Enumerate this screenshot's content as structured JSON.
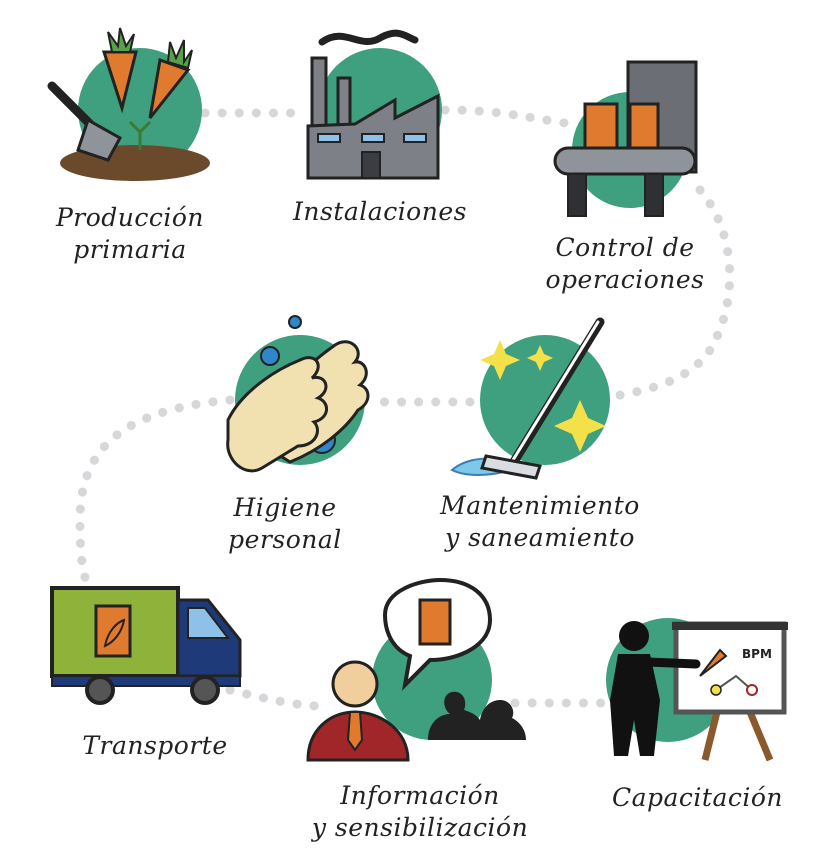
{
  "colors": {
    "circle": "#3fa07f",
    "dots": "#d5d7da",
    "orange": "#e07a2e",
    "dark": "#222222",
    "truck_body": "#8fb23a",
    "truck_cab": "#1e3a78",
    "factory": "#7d8087",
    "glove": "#f1e0b0",
    "suit_red": "#a0262a",
    "skin": "#f1cf9c",
    "spark": "#f4e14a",
    "water": "#7ec8ea"
  },
  "steps": [
    {
      "id": "produccion",
      "icon": "carrots-shovel-icon",
      "label_lines": [
        "Producción",
        "primaria"
      ]
    },
    {
      "id": "instalaciones",
      "icon": "factory-icon",
      "label_lines": [
        "Instalaciones"
      ]
    },
    {
      "id": "control",
      "icon": "conveyor-machine-icon",
      "label_lines": [
        "Control de",
        "operaciones"
      ]
    },
    {
      "id": "mantenimiento",
      "icon": "mop-sparkle-icon",
      "label_lines": [
        "Mantenimiento",
        "y saneamiento"
      ]
    },
    {
      "id": "higiene",
      "icon": "washing-hands-icon",
      "label_lines": [
        "Higiene",
        "personal"
      ]
    },
    {
      "id": "transporte",
      "icon": "delivery-truck-icon",
      "label_lines": [
        "Transporte"
      ]
    },
    {
      "id": "informacion",
      "icon": "speaker-audience-icon",
      "label_lines": [
        "Información",
        "y sensibilización"
      ]
    },
    {
      "id": "capacitacion",
      "icon": "presenter-board-icon",
      "label_lines": [
        "Capacitación"
      ]
    }
  ],
  "board_text": "BPM"
}
